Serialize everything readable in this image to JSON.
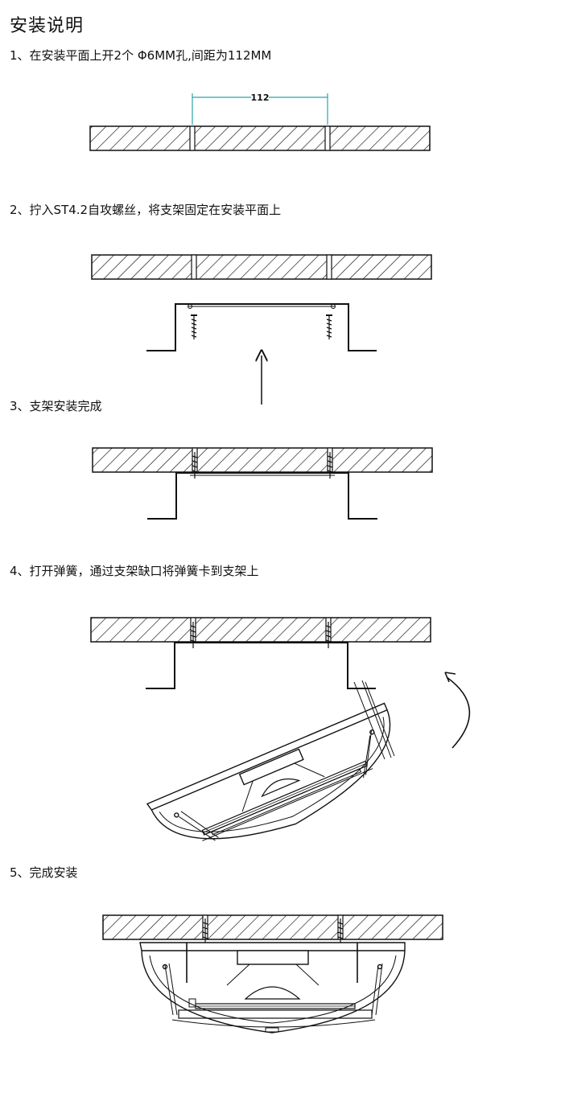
{
  "title": "安装说明",
  "steps": [
    {
      "label": "1、在安装平面上开2个 Φ6MM孔,间距为112MM"
    },
    {
      "label": "2、拧入ST4.2自攻螺丝，将支架固定在安装平面上"
    },
    {
      "label": "3、支架安装完成"
    },
    {
      "label": "4、打开弹簧，通过支架缺口将弹簧卡到支架上"
    },
    {
      "label": "5、完成安装"
    }
  ],
  "dimension_label": "112",
  "colors": {
    "dimension": "#2aa5a8",
    "line": "#111111"
  }
}
